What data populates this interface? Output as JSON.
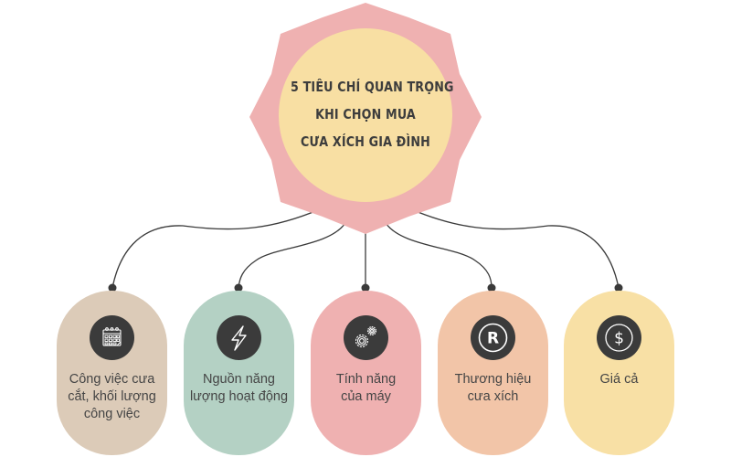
{
  "title": {
    "lines": [
      "5 TIÊU CHÍ QUAN TRỌNG",
      "KHI CHỌN MUA",
      "CƯA XÍCH GIA ĐÌNH"
    ]
  },
  "colors": {
    "star": "#efb1b1",
    "center_circle": "#f8dfa3",
    "connector": "#3a3a3a",
    "icon_bg": "#3b3b3b",
    "text": "#454545"
  },
  "criteria": [
    {
      "icon": "calendar-icon",
      "color": "#dccbb8",
      "lines": [
        "Công việc cưa",
        "cắt, khối lượng",
        "công việc"
      ]
    },
    {
      "icon": "lightning-bolt-icon",
      "color": "#b4d1c4",
      "lines": [
        "Nguồn năng",
        "lượng hoạt động"
      ]
    },
    {
      "icon": "gears-icon",
      "color": "#efb1b1",
      "lines": [
        "Tính năng",
        "của máy"
      ]
    },
    {
      "icon": "registered-trademark-icon",
      "color": "#f2c5a8",
      "lines": [
        "Thương hiệu",
        "cưa xích"
      ]
    },
    {
      "icon": "dollar-icon",
      "color": "#f8e0a5",
      "lines": [
        "Giá cả"
      ]
    }
  ]
}
